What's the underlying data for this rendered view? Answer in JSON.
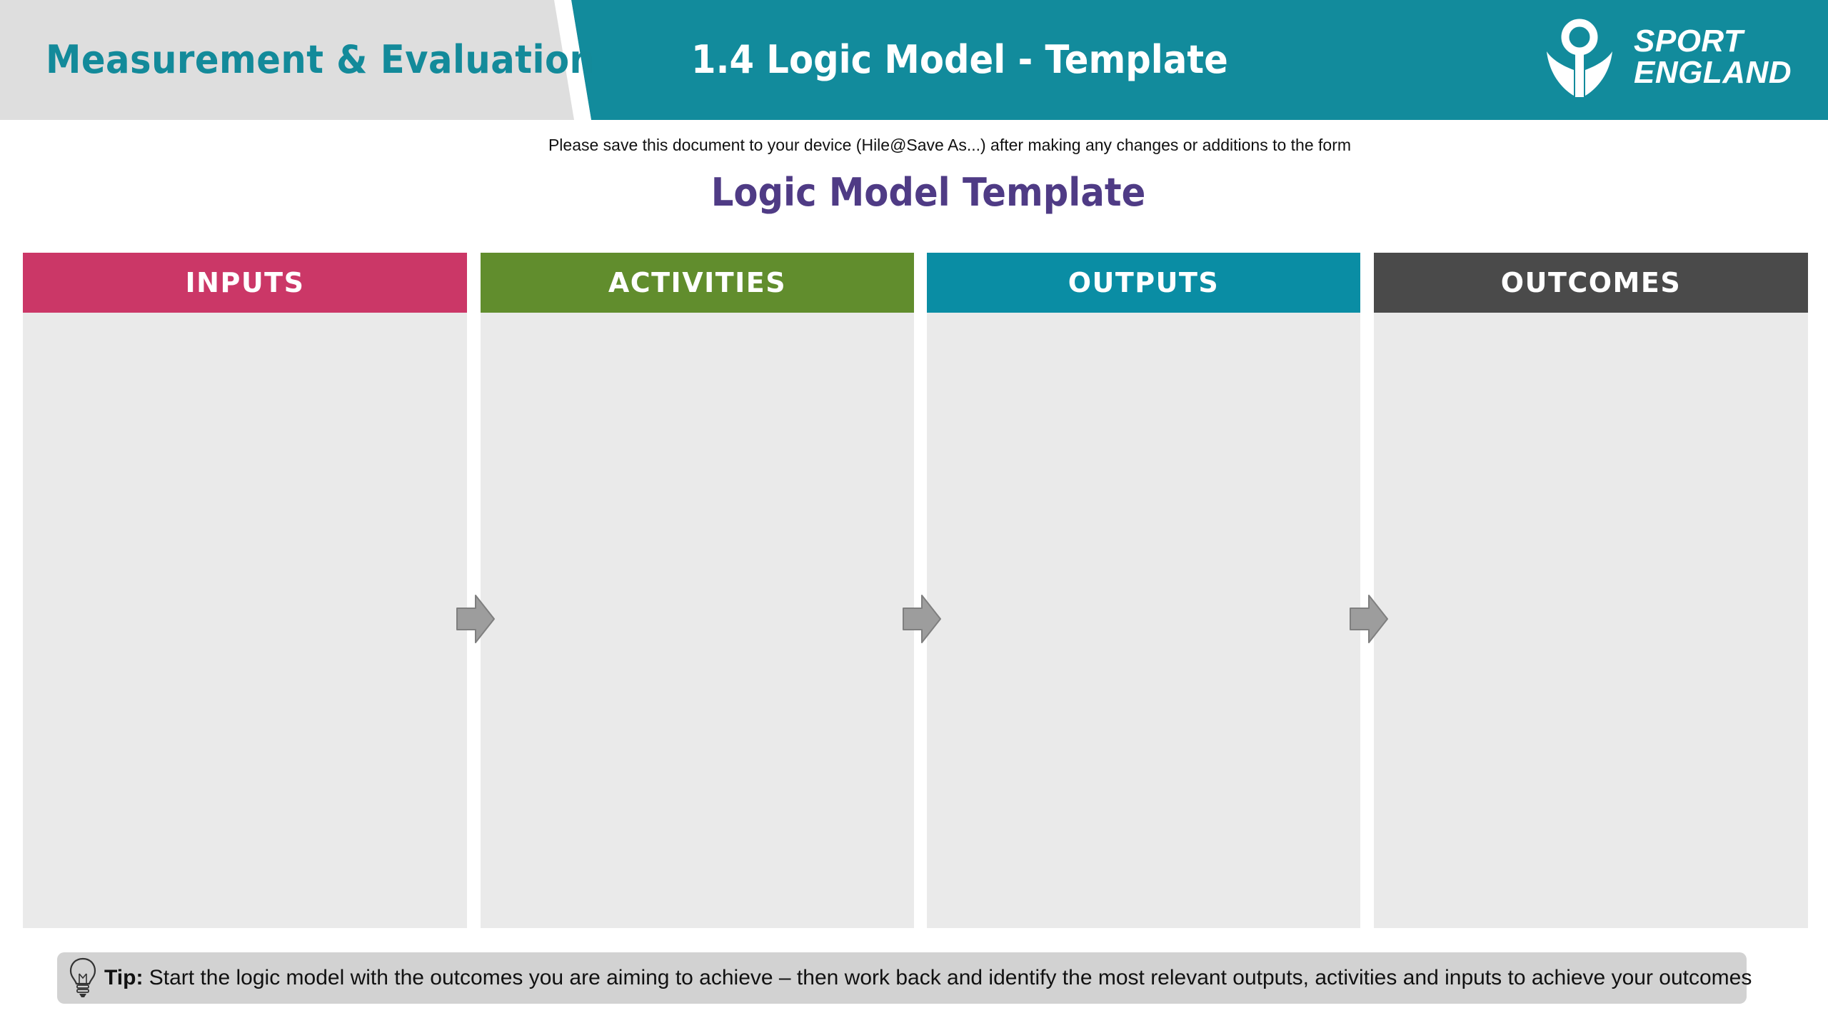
{
  "header": {
    "section_title": "Measurement & Evaluation",
    "doc_title": "1.4 Logic Model - Template",
    "brand_line1": "SPORT",
    "brand_line2": "ENGLAND",
    "colors": {
      "teal": "#128b9c",
      "grey": "#dedede"
    }
  },
  "instruction": "Please save this document to your device (Hile@Save As...) after making any changes or additions to the form",
  "title": "Logic Model Template",
  "columns": [
    {
      "label": "INPUTS",
      "color": "#cb3767",
      "value": ""
    },
    {
      "label": "ACTIVITIES",
      "color": "#618d2d",
      "value": ""
    },
    {
      "label": "OUTPUTS",
      "color": "#0a8da4",
      "value": ""
    },
    {
      "label": "OUTCOMES",
      "color": "#4a4a4a",
      "value": ""
    }
  ],
  "arrow_icon": "arrow-right-icon",
  "tip": {
    "label": "Tip:",
    "text": "Start the logic model with the outcomes you are aiming to achieve – then work back and identify the most relevant outputs, activities and inputs to achieve your outcomes",
    "icon": "lightbulb-icon"
  }
}
